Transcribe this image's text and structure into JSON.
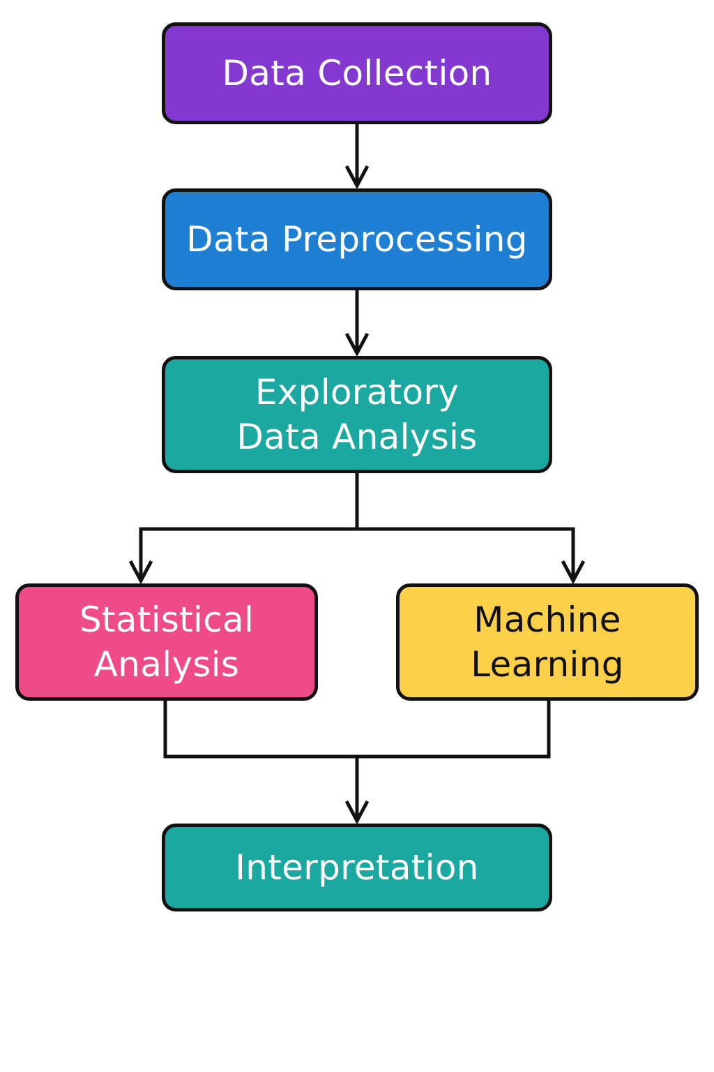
{
  "flowchart": {
    "stroke_color": "#111111",
    "nodes": [
      {
        "id": "data-collection",
        "lines": [
          "Data Collection"
        ],
        "fill": "#8338D0",
        "text_color": "#FFFFFF"
      },
      {
        "id": "data-preprocessing",
        "lines": [
          "Data Preprocessing"
        ],
        "fill": "#1E7FD3",
        "text_color": "#FFFFFF"
      },
      {
        "id": "exploratory-data-analysis",
        "lines": [
          "Exploratory",
          "Data Analysis"
        ],
        "fill": "#1BA8A0",
        "text_color": "#FFFFFF"
      },
      {
        "id": "statistical-analysis",
        "lines": [
          "Statistical",
          "Analysis"
        ],
        "fill": "#EF4B89",
        "text_color": "#FFFFFF"
      },
      {
        "id": "machine-learning",
        "lines": [
          "Machine",
          "Learning"
        ],
        "fill": "#FDD04A",
        "text_color": "#111111"
      },
      {
        "id": "interpretation",
        "lines": [
          "Interpretation"
        ],
        "fill": "#1BA8A0",
        "text_color": "#FFFFFF"
      }
    ],
    "edges": [
      {
        "from": "data-collection",
        "to": "data-preprocessing"
      },
      {
        "from": "data-preprocessing",
        "to": "exploratory-data-analysis"
      },
      {
        "from": "exploratory-data-analysis",
        "to": "statistical-analysis"
      },
      {
        "from": "exploratory-data-analysis",
        "to": "machine-learning"
      },
      {
        "from": "statistical-analysis",
        "to": "interpretation"
      },
      {
        "from": "machine-learning",
        "to": "interpretation"
      }
    ]
  }
}
